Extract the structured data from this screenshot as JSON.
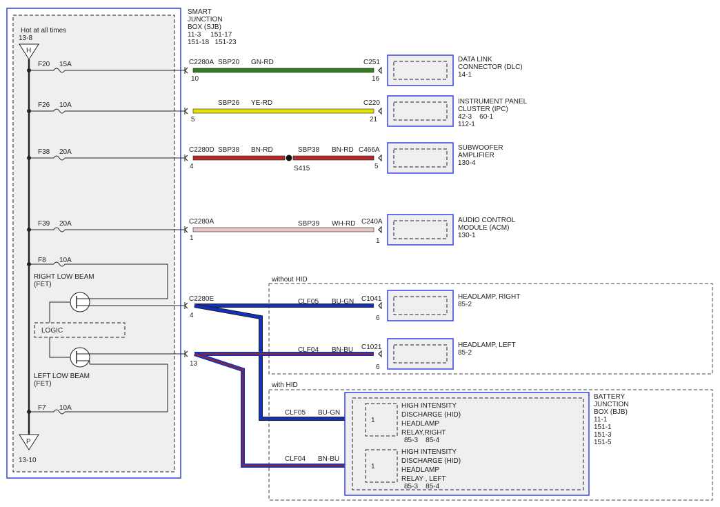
{
  "sjb": {
    "hot_label": "Hot at all times",
    "top_ref": "13-8",
    "h_symbol": "H",
    "p_symbol": "P",
    "bottom_ref": "13-10",
    "title_l1": "SMART",
    "title_l2": "JUNCTION",
    "title_l3": "BOX (SJB)",
    "ref_l1": "11-3     151-17",
    "ref_l2": "151-18   151-23",
    "logic_label": "LOGIC",
    "right_fet_l1": "RIGHT LOW BEAM",
    "right_fet_l2": "(FET)",
    "left_fet_l1": "LEFT LOW BEAM",
    "left_fet_l2": "(FET)"
  },
  "fuses": [
    {
      "name": "F20",
      "rating": "15A"
    },
    {
      "name": "F26",
      "rating": "10A"
    },
    {
      "name": "F38",
      "rating": "20A"
    },
    {
      "name": "F39",
      "rating": "20A"
    },
    {
      "name": "F8",
      "rating": "10A"
    },
    {
      "name": "F7",
      "rating": "10A"
    }
  ],
  "circuits": {
    "dlc": {
      "src_conn": "C2280A",
      "src_pin": "10",
      "circuit": "SBP20",
      "color": "GN-RD",
      "dst_conn": "C251",
      "dst_pin": "16",
      "dev_l1": "DATA LINK",
      "dev_l2": "CONNECTOR (DLC)",
      "dev_l3": "14-1"
    },
    "ipc": {
      "src_pin": "5",
      "circuit": "SBP26",
      "color": "YE-RD",
      "dst_conn": "C220",
      "dst_pin": "21",
      "dev_l1": "INSTRUMENT PANEL",
      "dev_l2": "CLUSTER (IPC)",
      "dev_l3": "42-3    60-1",
      "dev_l4": "112-1"
    },
    "amp": {
      "src_conn": "C2280D",
      "src_pin": "4",
      "circuit_a": "SBP38",
      "color_a": "BN-RD",
      "circuit_b": "SBP38",
      "color_b": "BN-RD",
      "splice": "S415",
      "dst_conn": "C466A",
      "dst_pin": "5",
      "dev_l1": "SUBWOOFER",
      "dev_l2": "AMPLIFIER",
      "dev_l3": "130-4"
    },
    "acm": {
      "src_conn": "C2280A",
      "src_pin": "1",
      "circuit": "SBP39",
      "color": "WH-RD",
      "dst_conn": "C240A",
      "dst_pin": "1",
      "dev_l1": "AUDIO CONTROL",
      "dev_l2": "MODULE (ACM)",
      "dev_l3": "130-1"
    },
    "src_e": {
      "conn": "C2280E",
      "pin_right": "4",
      "pin_left": "13"
    },
    "hl_right": {
      "circuit": "CLF05",
      "color": "BU-GN",
      "dst_conn": "C1041",
      "dst_pin": "6",
      "dev_l1": "HEADLAMP, RIGHT",
      "dev_l2": "85-2"
    },
    "hl_left": {
      "circuit": "CLF04",
      "color": "BN-BU",
      "dst_conn": "C1021",
      "dst_pin": "6",
      "dev_l1": "HEADLAMP, LEFT",
      "dev_l2": "85-2"
    }
  },
  "without_hid": {
    "label": "without HID"
  },
  "with_hid": {
    "label": "with HID",
    "right_circuit": "CLF05",
    "right_color": "BU-GN",
    "left_circuit": "CLF04",
    "left_color": "BN-BU",
    "relay_pin_right": "1",
    "relay_pin_left": "1",
    "relay_right_l1": "HIGH INTENSITY",
    "relay_right_l2": "DISCHARGE (HID)",
    "relay_right_l3": "HEADLAMP",
    "relay_right_l4": "RELAY,RIGHT",
    "relay_right_l5": "85-3    85-4",
    "relay_left_l1": "HIGH INTENSITY",
    "relay_left_l2": "DISCHARGE (HID)",
    "relay_left_l3": "HEADLAMP",
    "relay_left_l4": "RELAY , LEFT",
    "relay_left_l5": "85-3    85-4",
    "bjb_l1": "BATTERY",
    "bjb_l2": "JUNCTION",
    "bjb_l3": "BOX (BJB)",
    "bjb_l4": "11-1",
    "bjb_l5": "151-1",
    "bjb_l6": "151-3",
    "bjb_l7": "151-5"
  },
  "colors": {
    "frame_blue": "#3344dd",
    "wire_green": "#2e7d1e",
    "wire_yellow": "#e8e000",
    "wire_brown_red": "#b02a2a",
    "wire_white_red": "#e7c6c6",
    "wire_blue": "#1030c0",
    "wire_brown_blue": "#7a2a4a",
    "panel_fill": "#efefef"
  }
}
